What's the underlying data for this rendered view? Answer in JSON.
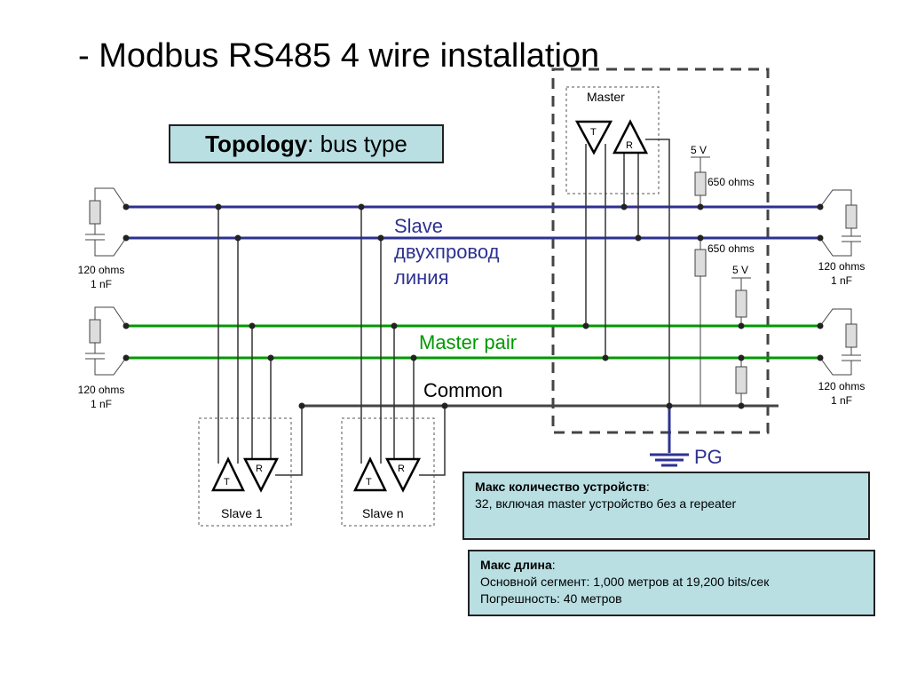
{
  "title": "- Modbus RS485 4 wire installation",
  "topology": {
    "label": "Topology",
    "value": ": bus type"
  },
  "bus_labels": {
    "slave_line1": "Slave",
    "slave_line2": "двухпровод",
    "slave_line3": "линия",
    "master_pair": "Master pair",
    "common": "Common",
    "pg": "PG"
  },
  "master_box": {
    "label": "Master",
    "t": "T",
    "r": "R"
  },
  "slaves": [
    {
      "label": "Slave 1",
      "t": "T",
      "r": "R"
    },
    {
      "label": "Slave n",
      "t": "T",
      "r": "R"
    }
  ],
  "terminations": {
    "ohms": "120 ohms",
    "nf": "1 nF"
  },
  "pullups": {
    "v1": "5 V",
    "r1": "650 ohms",
    "r2": "650 ohms",
    "v2": "5 V"
  },
  "info_devices": {
    "heading": "Макс количество устройств",
    "colon": ":",
    "text": "32, включая master устройство без a repeater"
  },
  "info_length": {
    "heading": "Макс длина",
    "colon": ":",
    "line1": "Основной сегмент: 1,000 метров at 19,200 bits/сек",
    "line2": "Погрешность: 40 метров"
  },
  "colors": {
    "slave_pair": "#2e3192",
    "master_pair": "#009900",
    "common": "#444444",
    "pg_ground": "#2e3192",
    "box_fill": "#b9dfe3",
    "slave_text": "#2e3192",
    "master_text": "#009900"
  }
}
